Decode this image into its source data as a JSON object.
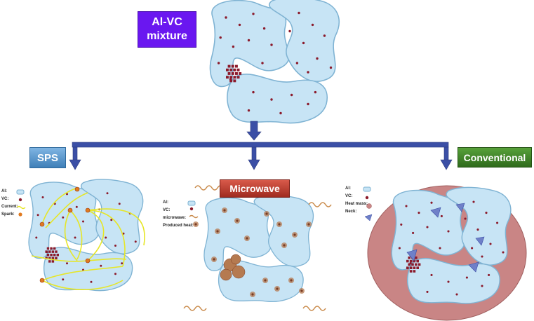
{
  "title_box": {
    "line1": "Al-VC",
    "line2": "mixture",
    "color": "#6a17f0"
  },
  "branches": {
    "sps": {
      "label": "SPS",
      "color": "#5b9bd5"
    },
    "microwave": {
      "label": "Microwave",
      "color": "#c0392b"
    },
    "conventional": {
      "label": "Conventional",
      "color": "#3a7d22"
    }
  },
  "legends": {
    "sps": {
      "items": [
        "Al:",
        "VC:",
        "Current:",
        "Spark:"
      ]
    },
    "microwave": {
      "items": [
        "Al:",
        "VC:",
        "microwave:",
        "Produced heat:"
      ]
    },
    "conventional": {
      "items": [
        "Al:",
        "VC:",
        "Heat mass:",
        "Neck:"
      ]
    }
  },
  "colors": {
    "grain_fill": "#c7e4f5",
    "grain_stroke": "#7fb3d3",
    "particle": "#8b1a2b",
    "arrow": "#3b4fa6",
    "current": "#e6e628",
    "heat_mass": "#c98585"
  }
}
